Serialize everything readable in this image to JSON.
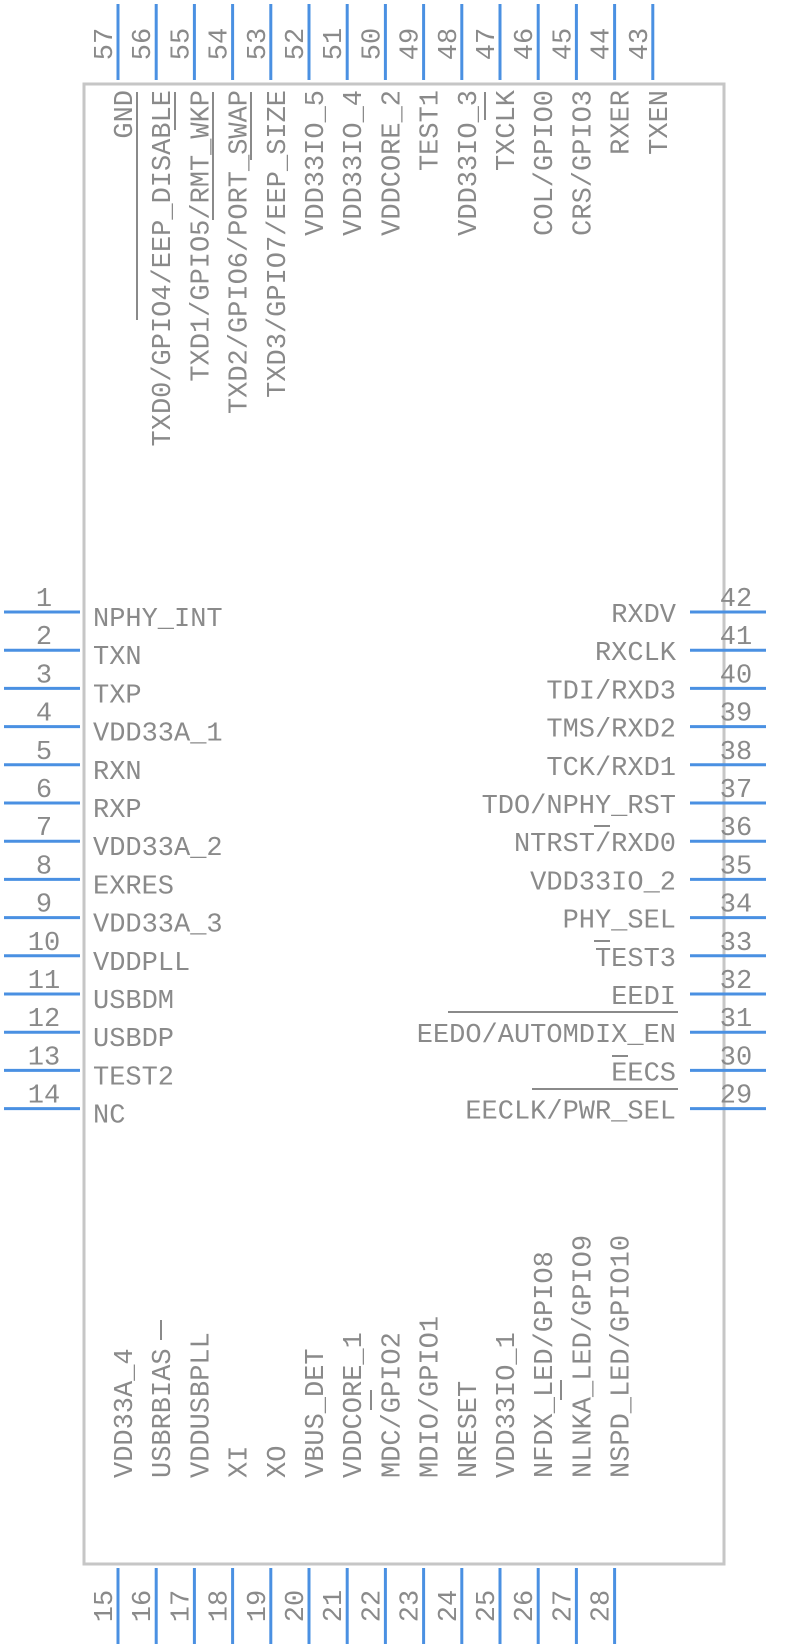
{
  "component": {
    "left_pins": [
      {
        "num": "1",
        "label": "NPHY_INT"
      },
      {
        "num": "2",
        "label": "TXN"
      },
      {
        "num": "3",
        "label": "TXP"
      },
      {
        "num": "4",
        "label": "VDD33A_1"
      },
      {
        "num": "5",
        "label": "RXN"
      },
      {
        "num": "6",
        "label": "RXP"
      },
      {
        "num": "7",
        "label": "VDD33A_2"
      },
      {
        "num": "8",
        "label": "EXRES"
      },
      {
        "num": "9",
        "label": "VDD33A_3"
      },
      {
        "num": "10",
        "label": "VDDPLL"
      },
      {
        "num": "11",
        "label": "USBDM"
      },
      {
        "num": "12",
        "label": "USBDP"
      },
      {
        "num": "13",
        "label": "TEST2"
      },
      {
        "num": "14",
        "label": "NC"
      }
    ],
    "right_pins": [
      {
        "num": "42",
        "label": "RXDV"
      },
      {
        "num": "41",
        "label": "RXCLK"
      },
      {
        "num": "40",
        "label": "TDI/RXD3"
      },
      {
        "num": "39",
        "label": "TMS/RXD2"
      },
      {
        "num": "38",
        "label": "TCK/RXD1"
      },
      {
        "num": "37",
        "label": "TDO/NPHY_RST"
      },
      {
        "num": "36",
        "label": "NTRST/RXD0"
      },
      {
        "num": "35",
        "label": "VDD33IO_2"
      },
      {
        "num": "34",
        "label": "PHY_SEL"
      },
      {
        "num": "33",
        "label": "TEST3"
      },
      {
        "num": "32",
        "label": "EEDI"
      },
      {
        "num": "31",
        "label": "EEDO/AUTOMDIX_EN"
      },
      {
        "num": "30",
        "label": "EECS"
      },
      {
        "num": "29",
        "label": "EECLK/PWR_SEL"
      }
    ],
    "top_pins": [
      {
        "num": "57",
        "label": "GND"
      },
      {
        "num": "56",
        "label": "TXD0/GPIO4/EEP_DISABLE"
      },
      {
        "num": "55",
        "label": "TXD1/GPIO5/RMT_WKP"
      },
      {
        "num": "54",
        "label": "TXD2/GPIO6/PORT_SWAP"
      },
      {
        "num": "53",
        "label": "TXD3/GPIO7/EEP_SIZE"
      },
      {
        "num": "52",
        "label": "VDD33IO_5"
      },
      {
        "num": "51",
        "label": "VDD33IO_4"
      },
      {
        "num": "50",
        "label": "VDDCORE_2"
      },
      {
        "num": "49",
        "label": "TEST1"
      },
      {
        "num": "48",
        "label": "VDD33IO_3"
      },
      {
        "num": "47",
        "label": "TXCLK"
      },
      {
        "num": "46",
        "label": "COL/GPIO0"
      },
      {
        "num": "45",
        "label": "CRS/GPIO3"
      },
      {
        "num": "44",
        "label": "RXER"
      },
      {
        "num": "43",
        "label": "TXEN"
      }
    ],
    "bottom_pins": [
      {
        "num": "15",
        "label": "VDD33A_4"
      },
      {
        "num": "16",
        "label": "USBRBIAS"
      },
      {
        "num": "17",
        "label": "VDDUSBPLL"
      },
      {
        "num": "18",
        "label": "XI"
      },
      {
        "num": "19",
        "label": "XO"
      },
      {
        "num": "20",
        "label": "VBUS_DET"
      },
      {
        "num": "21",
        "label": "VDDCORE_1"
      },
      {
        "num": "22",
        "label": "MDC/GPIO2"
      },
      {
        "num": "23",
        "label": "MDIO/GPIO1"
      },
      {
        "num": "24",
        "label": "NRESET"
      },
      {
        "num": "25",
        "label": "VDD33IO_1"
      },
      {
        "num": "26",
        "label": "NFDX_LED/GPIO8"
      },
      {
        "num": "27",
        "label": "NLNKA_LED/GPIO9"
      },
      {
        "num": "28",
        "label": "NSPD_LED/GPIO10"
      }
    ]
  }
}
